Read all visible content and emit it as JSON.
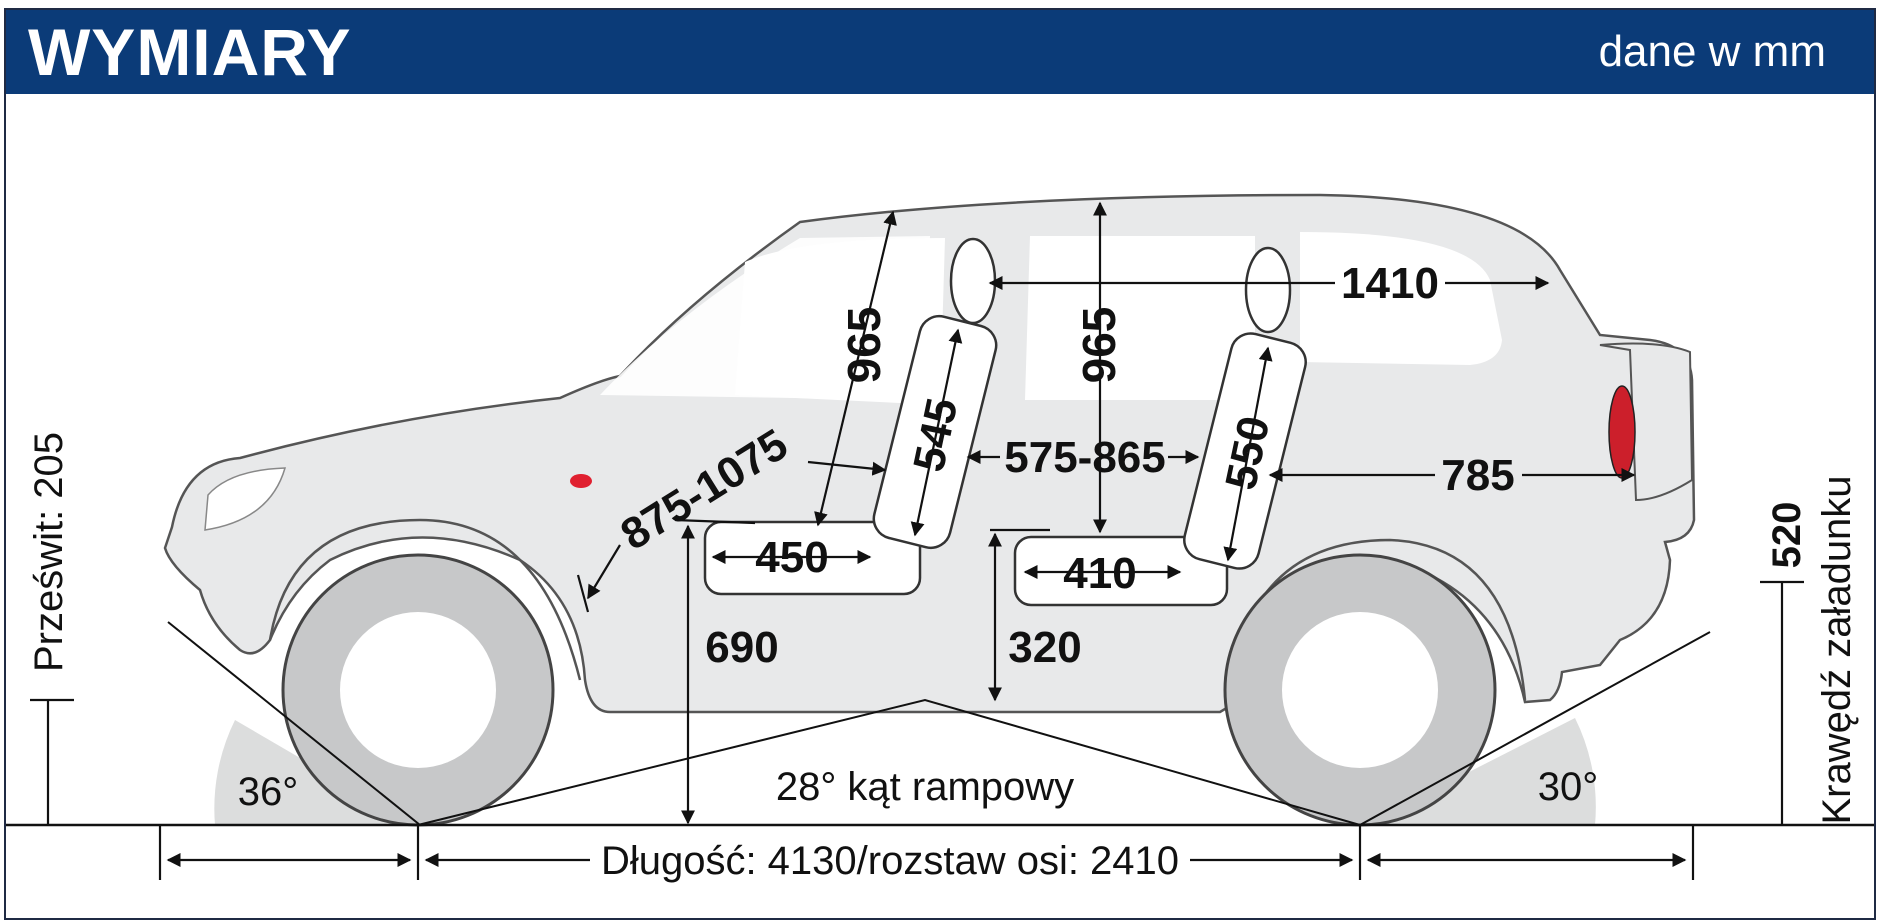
{
  "header": {
    "title": "WYMIARY",
    "units_note": "dane w mm"
  },
  "dimensions": {
    "ground_clearance": "Prześwit: 205",
    "loading_edge_value": "520",
    "loading_edge_label": "Krawędź załadunku",
    "front_headroom": "965",
    "rear_headroom": "965",
    "front_backrest": "545",
    "rear_backrest": "550",
    "front_legroom": "875-1075",
    "rear_legroom": "575-865",
    "front_seat_depth": "450",
    "rear_seat_depth": "410",
    "front_seat_height": "690",
    "rear_seat_height": "320",
    "interior_length": "1410",
    "boot_length": "785",
    "approach_angle": "36°",
    "departure_angle": "30°",
    "ramp_angle": "28° kąt rampowy",
    "length_wheelbase": "Długość: 4130/rozstaw osi: 2410"
  },
  "colors": {
    "header_bg": "#0b3b78",
    "car_body": "#e8e9ea",
    "tyre": "#c7c8c9",
    "taillight": "#cc1f2b",
    "marker_light": "#e02030"
  }
}
